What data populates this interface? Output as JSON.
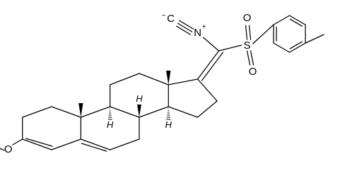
{
  "molecule": {
    "atoms": {
      "isocyanide_carbon": "C",
      "isocyanide_carbon_charge": "−",
      "isocyanide_nitrogen": "N",
      "isocyanide_nitrogen_charge": "+",
      "sulfur": "S",
      "sulfonyl_oxygen_1": "O",
      "sulfonyl_oxygen_2": "O",
      "methoxy_oxygen": "O",
      "stereo_h_c8": "H",
      "stereo_h_c9": "H",
      "stereo_h_c14": "H"
    }
  }
}
